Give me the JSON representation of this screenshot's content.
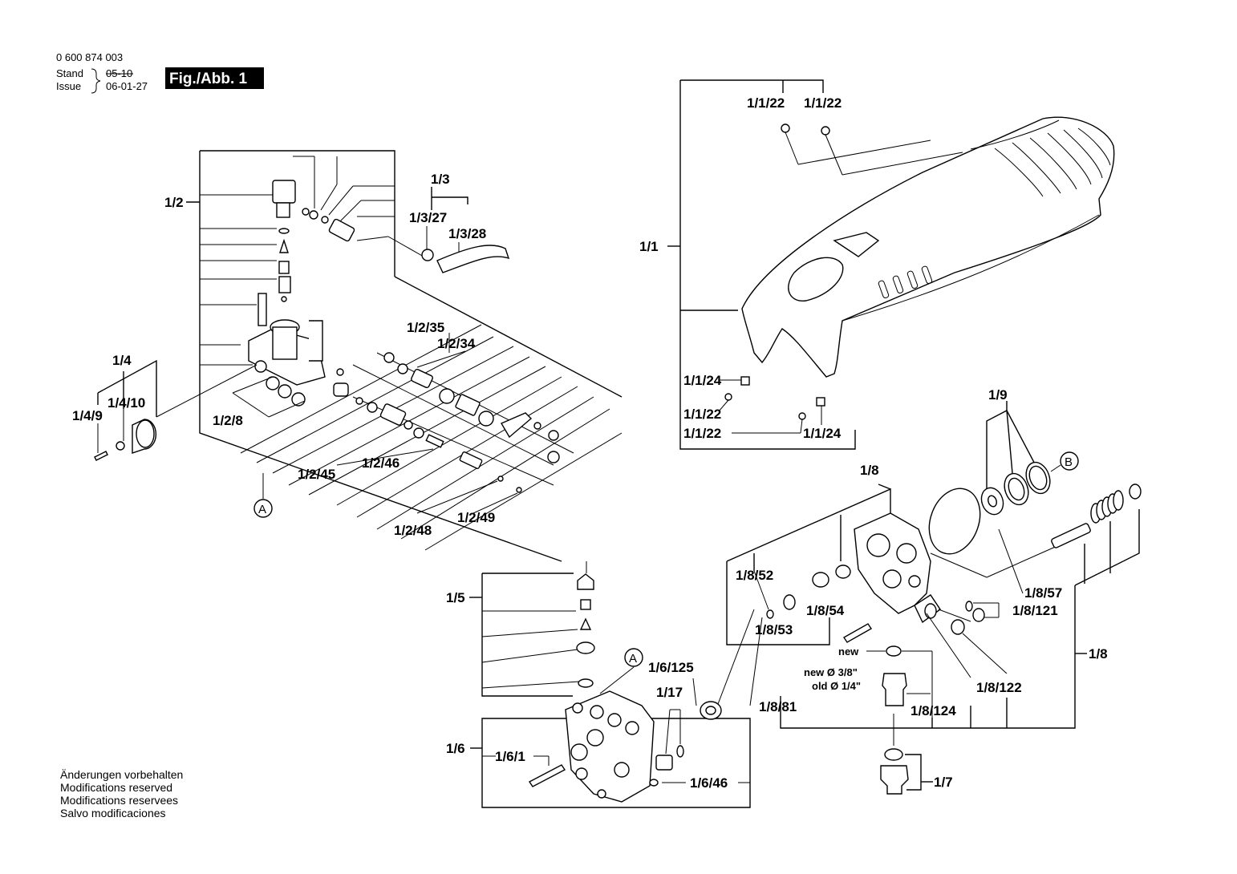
{
  "header": {
    "part_number": "0 600 874 003",
    "stand_label": "Stand",
    "issue_label": "Issue",
    "stand_value": "05-10",
    "issue_value": "06-01-27",
    "figure_label": "Fig./Abb. 1"
  },
  "footer": {
    "lines": [
      "Änderungen vorbehalten",
      "Modifications reserved",
      "Modifications reservees",
      "Salvo modificaciones"
    ]
  },
  "labels": {
    "p1": "1/1",
    "p1_1_22_a": "1/1/22",
    "p1_1_22_b": "1/1/22",
    "p1_1_24_a": "1/1/24",
    "p1_1_22_c": "1/1/22",
    "p1_1_22_d": "1/1/22",
    "p1_1_24_b": "1/1/24",
    "p2": "1/2",
    "p2_35": "1/2/35",
    "p2_34": "1/2/34",
    "p2_8": "1/2/8",
    "p2_45": "1/2/45",
    "p2_46": "1/2/46",
    "p2_48": "1/2/48",
    "p2_49": "1/2/49",
    "p3": "1/3",
    "p3_27": "1/3/27",
    "p3_28": "1/3/28",
    "p4": "1/4",
    "p4_10": "1/4/10",
    "p4_9": "1/4/9",
    "p5": "1/5",
    "p6": "1/6",
    "p6_1": "1/6/1",
    "p6_125": "1/6/125",
    "p6_46": "1/6/46",
    "p7": "1/7",
    "p8_top": "1/8",
    "p8_right": "1/8",
    "p8_52": "1/8/52",
    "p8_53": "1/8/53",
    "p8_54": "1/8/54",
    "p8_57": "1/8/57",
    "p8_121": "1/8/121",
    "p8_122": "1/8/122",
    "p8_124": "1/8/124",
    "p8_81": "1/8/81",
    "p9": "1/9",
    "p17": "1/17",
    "new": "new",
    "new_dia": "new Ø 3/8\"",
    "old_dia": "old Ø 1/4\"",
    "ref_a1": "A",
    "ref_a2": "A",
    "ref_b": "B"
  }
}
